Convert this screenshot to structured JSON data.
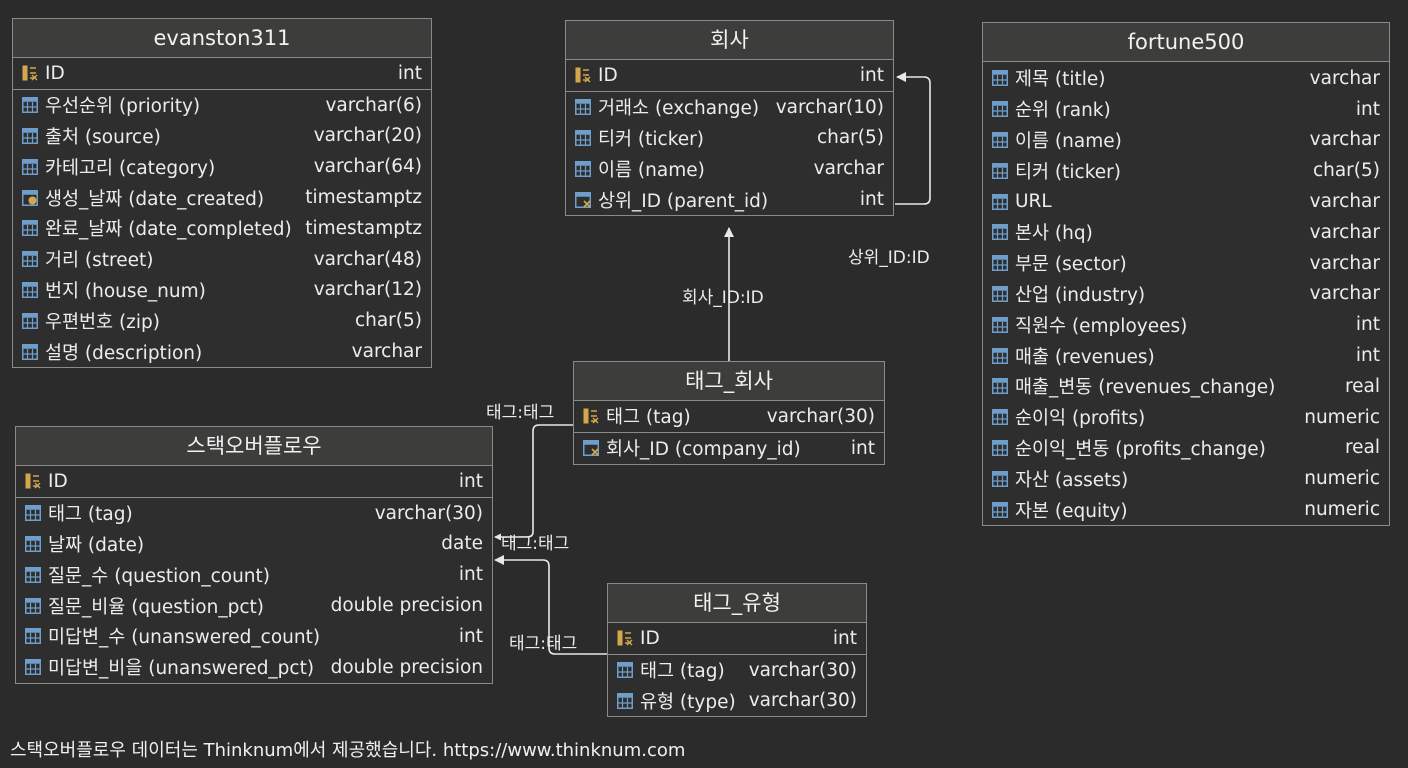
{
  "entities": {
    "evanston": {
      "title": "evanston311",
      "pk": {
        "name": "ID",
        "type": "int"
      },
      "columns": [
        {
          "name": "우선순위 (priority)",
          "type": "varchar(6)"
        },
        {
          "name": "출처 (source)",
          "type": "varchar(20)"
        },
        {
          "name": "카테고리 (category)",
          "type": "varchar(64)"
        },
        {
          "name": "생성_날짜 (date_created)",
          "type": "timestamptz"
        },
        {
          "name": "완료_날짜 (date_completed)",
          "type": "timestamptz"
        },
        {
          "name": "거리 (street)",
          "type": "varchar(48)"
        },
        {
          "name": "번지 (house_num)",
          "type": "varchar(12)"
        },
        {
          "name": "우편번호 (zip)",
          "type": "char(5)"
        },
        {
          "name": "설명 (description)",
          "type": "varchar"
        }
      ]
    },
    "company": {
      "title": "회사",
      "pk": {
        "name": "ID",
        "type": "int"
      },
      "columns": [
        {
          "name": "거래소 (exchange)",
          "type": "varchar(10)"
        },
        {
          "name": "티커 (ticker)",
          "type": "char(5)"
        },
        {
          "name": "이름 (name)",
          "type": "varchar"
        },
        {
          "name": "상위_ID (parent_id)",
          "type": "int"
        }
      ]
    },
    "fortune": {
      "title": "fortune500",
      "pk": null,
      "columns": [
        {
          "name": "제목 (title)",
          "type": "varchar"
        },
        {
          "name": "순위 (rank)",
          "type": "int"
        },
        {
          "name": "이름 (name)",
          "type": "varchar"
        },
        {
          "name": "티커 (ticker)",
          "type": "char(5)"
        },
        {
          "name": "URL",
          "type": "varchar"
        },
        {
          "name": "본사 (hq)",
          "type": "varchar"
        },
        {
          "name": "부문 (sector)",
          "type": "varchar"
        },
        {
          "name": "산업 (industry)",
          "type": "varchar"
        },
        {
          "name": "직원수 (employees)",
          "type": "int"
        },
        {
          "name": "매출 (revenues)",
          "type": "int"
        },
        {
          "name": "매출_변동 (revenues_change)",
          "type": "real"
        },
        {
          "name": "순이익 (profits)",
          "type": "numeric"
        },
        {
          "name": "순이익_변동 (profits_change)",
          "type": "real"
        },
        {
          "name": "자산 (assets)",
          "type": "numeric"
        },
        {
          "name": "자본 (equity)",
          "type": "numeric"
        }
      ]
    },
    "tag_company": {
      "title": "태그_회사",
      "pk": {
        "name": "태그 (tag)",
        "type": "varchar(30)"
      },
      "columns": [
        {
          "name": "회사_ID (company_id)",
          "type": "int"
        }
      ]
    },
    "stackoverflow": {
      "title": "스택오버플로우",
      "pk": {
        "name": "ID",
        "type": "int"
      },
      "columns": [
        {
          "name": "태그 (tag)",
          "type": "varchar(30)"
        },
        {
          "name": "날짜 (date)",
          "type": "date"
        },
        {
          "name": "질문_수 (question_count)",
          "type": "int"
        },
        {
          "name": "질문_비율 (question_pct)",
          "type": "double precision"
        },
        {
          "name": "미답변_수 (unanswered_count)",
          "type": "int"
        },
        {
          "name": "미답변_비을 (unanswered_pct)",
          "type": "double precision"
        }
      ]
    },
    "tag_type": {
      "title": "태그_유형",
      "pk": {
        "name": "ID",
        "type": "int"
      },
      "columns": [
        {
          "name": "태그 (tag)",
          "type": "varchar(30)"
        },
        {
          "name": "유형 (type)",
          "type": "varchar(30)"
        }
      ]
    }
  },
  "relation_labels": {
    "parent": "상위_ID:ID",
    "company_id": "회사_ID:ID",
    "tag_top": "태그:태그",
    "tag_mid": "태그:태그",
    "tag_bottom": "태그:태그"
  },
  "footer": "스택오버플로우 데이터는 Thinknum에서 제공했습니다. https://www.thinknum.com",
  "colors": {
    "background": "#2b2b2b",
    "header": "#3d3d3b",
    "border": "#8a8a8a",
    "key_icon": "#d4a84a",
    "column_icon": "#6f9ecb",
    "line": "#e8e8e8"
  }
}
